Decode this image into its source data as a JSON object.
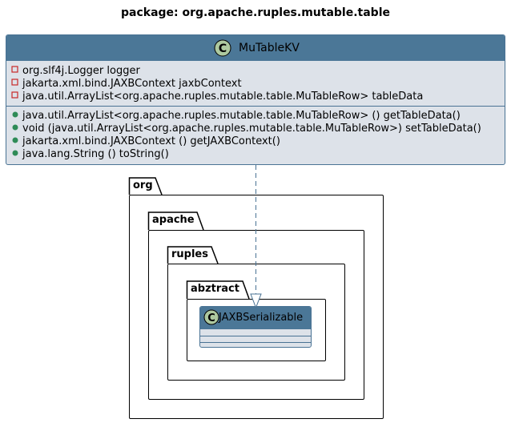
{
  "diagram": {
    "title": "package: org.apache.ruples.mutable.table",
    "main_class": {
      "icon_letter": "C",
      "name": "MuTableKV",
      "fields": [
        {
          "visibility": "private",
          "text": "org.slf4j.Logger logger"
        },
        {
          "visibility": "private",
          "text": "jakarta.xml.bind.JAXBContext jaxbContext"
        },
        {
          "visibility": "private",
          "text": "java.util.ArrayList<org.apache.ruples.mutable.table.MuTableRow> tableData"
        }
      ],
      "methods": [
        {
          "visibility": "public",
          "text": "java.util.ArrayList<org.apache.ruples.mutable.table.MuTableRow> () getTableData()"
        },
        {
          "visibility": "public",
          "text": "void (java.util.ArrayList<org.apache.ruples.mutable.table.MuTableRow>) setTableData()"
        },
        {
          "visibility": "public",
          "text": "jakarta.xml.bind.JAXBContext () getJAXBContext()"
        },
        {
          "visibility": "public",
          "text": "java.lang.String () toString()"
        }
      ]
    },
    "packages": [
      "org",
      "apache",
      "ruples",
      "abztract"
    ],
    "interface_class": {
      "icon_letter": "C",
      "name": "JAXBSerializable"
    },
    "colors": {
      "header": "#4b7797",
      "body": "#dde2e9",
      "border": "#4a7394",
      "private": "#c82828",
      "public": "#2e8b57",
      "arrow": "#4a7394"
    }
  }
}
